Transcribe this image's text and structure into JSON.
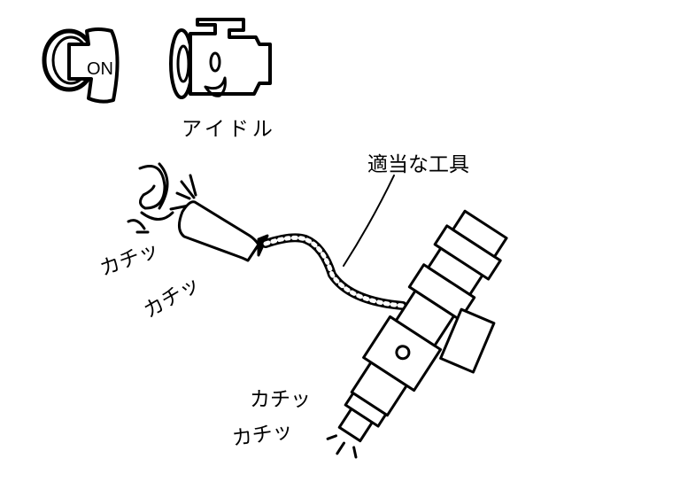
{
  "ignition_key": {
    "label": "ON"
  },
  "engine": {
    "label": "アイドル"
  },
  "tool": {
    "label": "適当な工具"
  },
  "sounds": {
    "tool_click_1": "カチッ",
    "tool_click_2": "カチッ",
    "injector_click_1": "カチッ",
    "injector_click_2": "カチッ"
  }
}
